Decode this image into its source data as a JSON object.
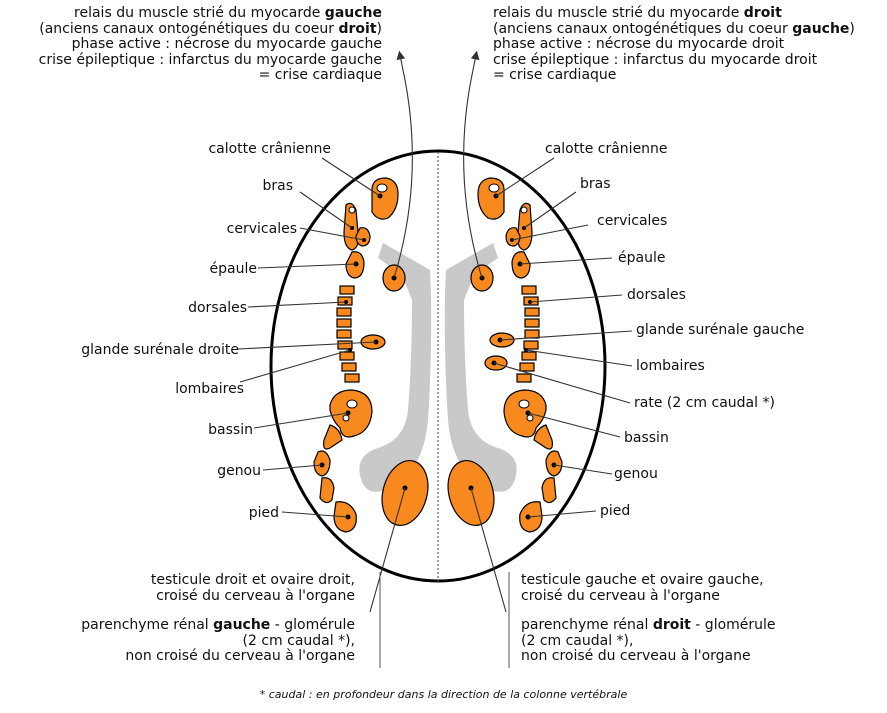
{
  "colors": {
    "relay": "#f7891f",
    "tract": "#c9c9c9",
    "outline": "#000000",
    "leader": "#333333"
  },
  "top_left": {
    "line1_pre": "relais du muscle strié du myocarde ",
    "line1_bold": "gauche",
    "line2_pre": "(anciens canaux ontogénétiques du coeur ",
    "line2_bold": "droit",
    "line2_post": ")",
    "line3": "phase active : nécrose du myocarde gauche",
    "line4": "crise épileptique : infarctus du myocarde gauche",
    "line5": "= crise cardiaque"
  },
  "top_right": {
    "line1_pre": "relais du muscle strié du myocarde ",
    "line1_bold": "droit",
    "line2_pre": "(anciens canaux ontogénétiques du coeur ",
    "line2_bold": "gauche",
    "line2_post": ")",
    "line3": "phase active : nécrose du myocarde droit",
    "line4": "crise épileptique : infarctus du myocarde droit",
    "line5": "= crise cardiaque"
  },
  "left_labels": [
    "calotte crânienne",
    "bras",
    "cervicales",
    "épaule",
    "dorsales",
    "glande surénale droite",
    "lombaires",
    "bassin",
    "genou",
    "pied"
  ],
  "right_labels": [
    "calotte crânienne",
    "bras",
    "cervicales",
    "épaule",
    "dorsales",
    "glande surénale gauche",
    "lombaires",
    "rate (2 cm caudal *)",
    "bassin",
    "genou",
    "pied"
  ],
  "bottom_left": {
    "line1": "testicule droit et ovaire droit,",
    "line2": "croisé du cerveau à l'organe",
    "line3_pre": "parenchyme rénal ",
    "line3_bold": "gauche",
    "line3_post": " - glomérule",
    "line4": "(2 cm caudal *),",
    "line5": "non croisé du cerveau à l'organe"
  },
  "bottom_right": {
    "line1": "testicule gauche et ovaire gauche,",
    "line2": "croisé du cerveau à l'organe",
    "line3_pre": "parenchyme rénal ",
    "line3_bold": "droit",
    "line3_post": " - glomérule",
    "line4": "(2 cm caudal *),",
    "line5": "non croisé du cerveau à l'organe"
  },
  "footnote": "* caudal : en profondeur dans la direction de la colonne vertébrale"
}
